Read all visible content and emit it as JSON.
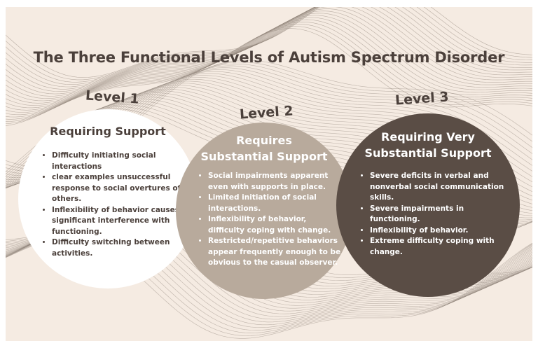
{
  "title": "The Three Functional Levels of Autism Spectrum Disorder",
  "colors": {
    "background": "#f5ebe2",
    "text_dark": "#4b403b",
    "level1_fill": "#ffffff",
    "level2_fill": "#b8aa9c",
    "level3_fill": "#5a4d45",
    "wave_lines": "#8a7d73"
  },
  "levels": [
    {
      "label": "Level 1",
      "heading": "Requiring Support",
      "bullets": [
        "Difficulty initiating social interactions",
        "clear examples unsuccessful response to social overtures of others.",
        "Inflexibility of behavior causes significant interference with functioning.",
        "Difficulty switching between activities."
      ]
    },
    {
      "label": "Level 2",
      "heading_line1": "Requires",
      "heading_line2": "Substantial Support",
      "bullets": [
        "Social impairments apparent even with supports in place.",
        "Limited initiation of social interactions.",
        "Inflexibility of behavior, difficulty coping with change.",
        "Restricted/repetitive behaviors appear frequently enough to be obvious to the casual observer."
      ]
    },
    {
      "label": "Level 3",
      "heading_line1": "Requiring Very",
      "heading_line2": "Substantial Support",
      "bullets": [
        "Severe deficits in verbal and nonverbal social communication skills.",
        "Severe impairments in functioning.",
        "Inflexibility of behavior.",
        "Extreme difficulty coping with change."
      ]
    }
  ]
}
